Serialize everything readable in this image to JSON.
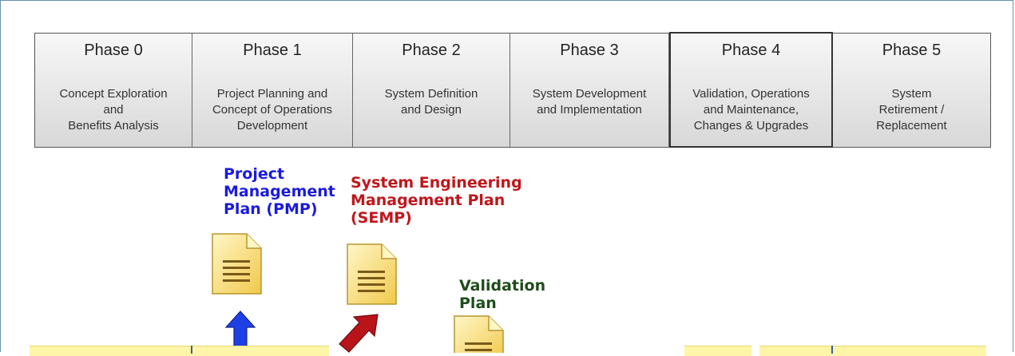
{
  "phases": [
    {
      "title": "Phase 0",
      "desc": "Concept Exploration\nand\nBenefits Analysis"
    },
    {
      "title": "Phase 1",
      "desc": "Project Planning and\nConcept of Operations\nDevelopment"
    },
    {
      "title": "Phase 2",
      "desc": "System Definition\nand Design"
    },
    {
      "title": "Phase 3",
      "desc": "System Development\nand Implementation"
    },
    {
      "title": "Phase 4",
      "desc": "Validation, Operations\nand Maintenance,\nChanges & Upgrades"
    },
    {
      "title": "Phase 5",
      "desc": "System\nRetirement /\nReplacement"
    }
  ],
  "documents": {
    "pmp": {
      "label": "Project\nManagement\nPlan (PMP)",
      "color": "#1a1adf"
    },
    "semp": {
      "label": "System Engineering\nManagement Plan\n(SEMP)",
      "color": "#c0161b"
    },
    "validation": {
      "label": "Validation\nPlan",
      "color": "#1f4d1c"
    }
  },
  "colors": {
    "doc_fill": "#fbe98c",
    "doc_fold": "#fff6c4",
    "doc_lines": "#7a5a1a",
    "bar_fill": "#fff5a8",
    "arrow_blue": "#1f3fe6",
    "arrow_red": "#b8141a"
  }
}
